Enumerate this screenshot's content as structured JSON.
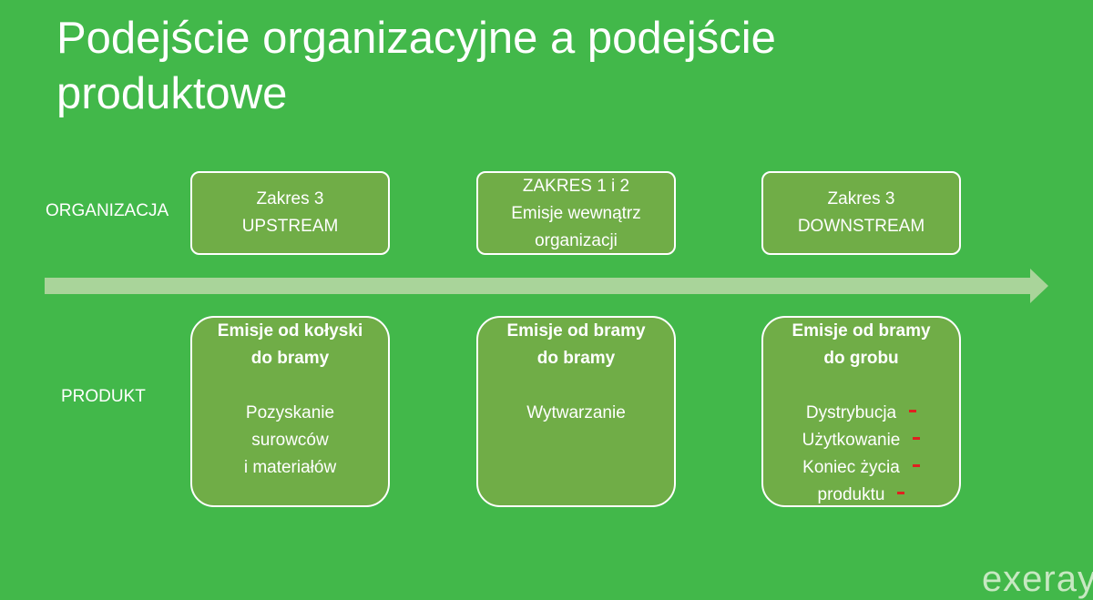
{
  "title": "Podejście organizacyjne a podejście produktowe",
  "rows": {
    "organization": "ORGANIZACJA",
    "product": "PRODUKT"
  },
  "organization_boxes": [
    {
      "line1": "Zakres 3",
      "line2": "UPSTREAM"
    },
    {
      "line1": "ZAKRES 1 i 2",
      "line2": "Emisje wewnątrz",
      "line3": "organizacji"
    },
    {
      "line1": "Zakres 3",
      "line2": "DOWNSTREAM"
    }
  ],
  "product_boxes": [
    {
      "heading1": "Emisje od kołyski",
      "heading2": "do bramy",
      "items": [
        "Pozyskanie",
        "surowców",
        "i materiałów"
      ]
    },
    {
      "heading1": "Emisje od bramy",
      "heading2": "do bramy",
      "items": [
        "Wytwarzanie"
      ]
    },
    {
      "heading1": "Emisje od bramy",
      "heading2": "do grobu",
      "items": [
        "Dystrybucja",
        "Użytkowanie",
        "Koniec życia",
        "produktu"
      ]
    }
  ],
  "brand": "exeray",
  "colors": {
    "background": "#42b84a",
    "box_fill": "#70ad47",
    "arrow": "#a9d49a",
    "dash_marks": "#e02020"
  }
}
